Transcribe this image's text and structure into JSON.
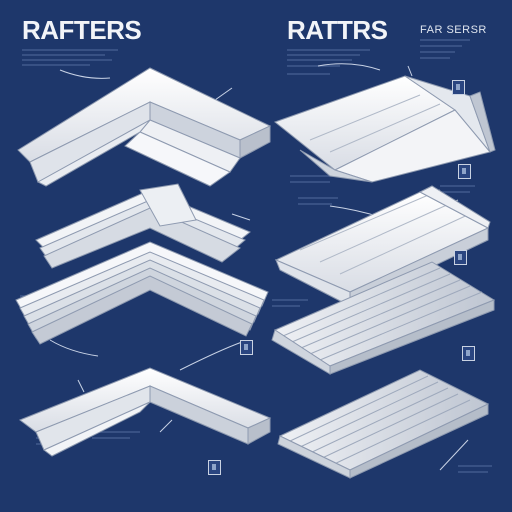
{
  "titles": {
    "left": "RAFTERS",
    "middle": "RATTRS",
    "small": "FAR SERSR"
  },
  "colors": {
    "background": "#1e376b",
    "panel_white": "#f4f5f8",
    "shade": "#c9ced8",
    "line": "#8fa2c4"
  }
}
